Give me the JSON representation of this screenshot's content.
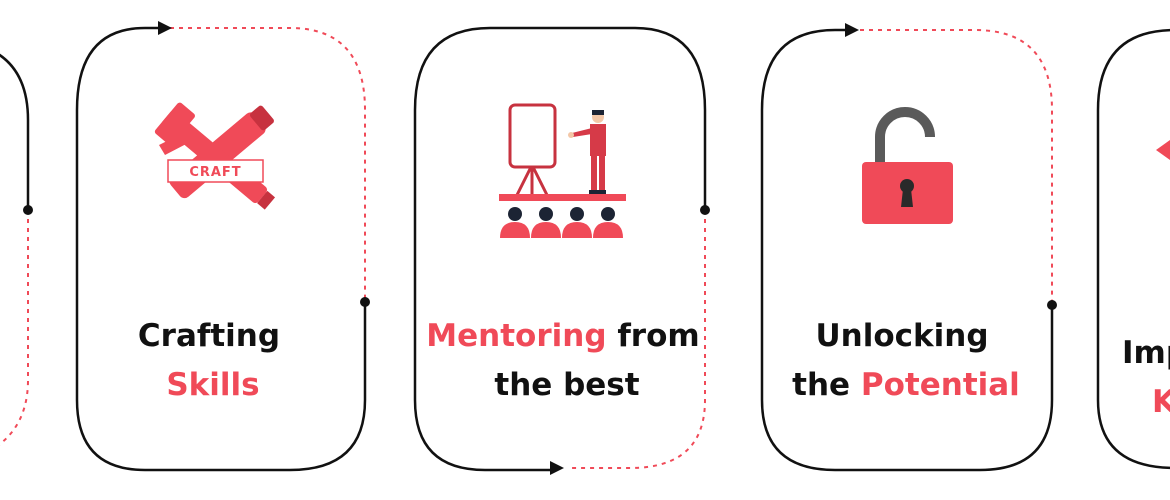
{
  "colors": {
    "accent": "#f04a58",
    "accent_dark": "#c7323f",
    "ink": "#111111",
    "dark_gray": "#555555",
    "navy": "#1c2434",
    "skin": "#f3c7a7"
  },
  "cards": [
    {
      "id": "partial-left",
      "lines": []
    },
    {
      "id": "crafting-skills",
      "icon": "craft-tools-icon",
      "icon_text": "CRAFT",
      "lines": [
        {
          "plain": "Crafting",
          "highlight": ""
        },
        {
          "plain": "",
          "highlight": "Skills"
        }
      ]
    },
    {
      "id": "mentoring",
      "icon": "mentor-presentation-icon",
      "lines": [
        {
          "highlight": "Mentoring",
          "plain": " from"
        },
        {
          "plain": "the best",
          "highlight": ""
        }
      ]
    },
    {
      "id": "unlocking",
      "icon": "open-padlock-icon",
      "lines": [
        {
          "plain": "Unlocking",
          "highlight": ""
        },
        {
          "plain": "the ",
          "highlight": "Potential"
        }
      ]
    },
    {
      "id": "partial-right",
      "icon": "arrow-icon",
      "lines": [
        {
          "plain": "Imp",
          "highlight": ""
        },
        {
          "plain": "",
          "highlight": "K"
        }
      ]
    }
  ]
}
